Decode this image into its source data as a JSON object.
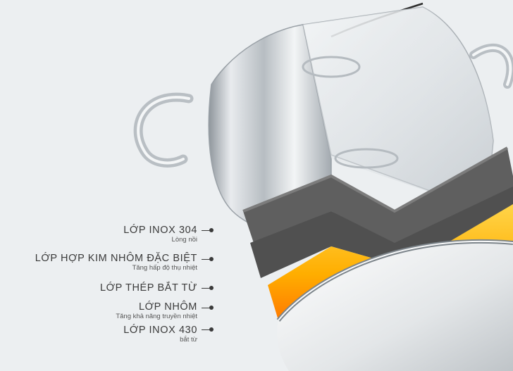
{
  "layers": [
    {
      "title": "LỚP INOX 304",
      "subtitle": "Lòng nồi"
    },
    {
      "title": "LỚP HỢP KIM NHÔM ĐẶC BIỆT",
      "subtitle": "Tăng hấp độ thụ nhiệt"
    },
    {
      "title": "LỚP THÉP BẮT TỪ",
      "subtitle": ""
    },
    {
      "title": "LỚP NHÔM",
      "subtitle": "Tăng khả năng truyền nhiệt"
    },
    {
      "title": "LỚP INOX 430",
      "subtitle": "bắt từ"
    }
  ],
  "colors": {
    "background": "#eceff1",
    "steel": "#c9ced3",
    "dark_layer": "#5f5f5f",
    "heat_layer": "#ffb300",
    "leader": "#3a3a3a"
  }
}
